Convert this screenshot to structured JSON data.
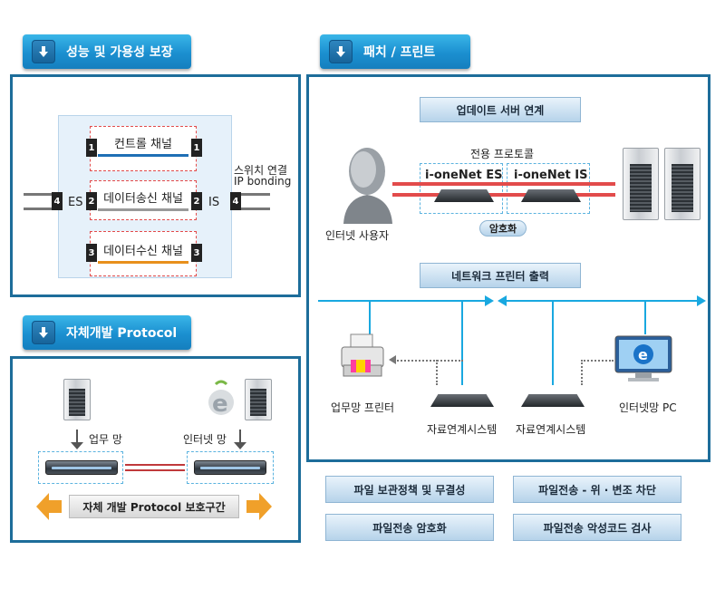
{
  "sections": {
    "performance": {
      "title": "성능 및 가용성 보장"
    },
    "patch": {
      "title": "패치 / 프린트"
    },
    "protocol": {
      "title": "자체개발 Protocol"
    }
  },
  "performance": {
    "channels": [
      "컨트롤 채널",
      "데이터송신 채널",
      "데이터수신 채널"
    ],
    "numbers": [
      "1",
      "2",
      "3",
      "4"
    ],
    "es": "ES",
    "is": "IS",
    "switch_line1": "스위치 연결",
    "switch_line2": "IP bonding"
  },
  "patch": {
    "update_server": "업데이트 서버 연계",
    "protocol_label": "전용 프로토콜",
    "es_device": "i-oneNet ES",
    "is_device": "i-oneNet IS",
    "encryption": "암호화",
    "internet_user": "인터넷 사용자",
    "network_printer": "네트워크 프린터 출력",
    "work_printer": "업무망 프린터",
    "data_system_1": "자료연계시스템",
    "data_system_2": "자료연계시스템",
    "internet_pc": "인터넷망 PC"
  },
  "protocol": {
    "work_net": "업무 망",
    "internet_net": "인터넷 망",
    "bar": "자체 개발 Protocol 보호구간"
  },
  "features": [
    "파일 보관정책 및 무결성",
    "파일전송 - 위 · 변조 차단",
    "파일전송 암호화",
    "파일전송 악성코드 검사"
  ],
  "colors": {
    "accent": "#1b8fd0",
    "panel_border": "#1d6d9a",
    "line": "#19a8e0",
    "alert": "#e24b4b"
  }
}
